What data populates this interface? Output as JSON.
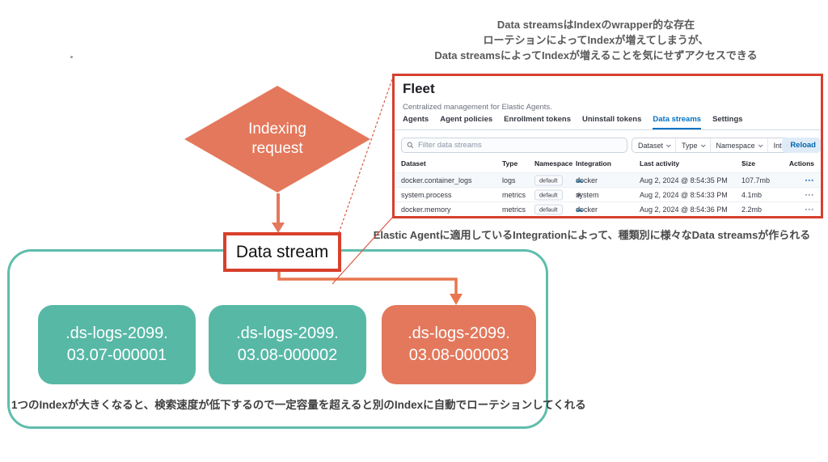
{
  "annotations": {
    "top_lines": [
      "Data streamsはIndexのwrapper的な存在",
      "ローテションによってIndexが増えてしまうが、",
      "Data streamsによってIndexが増えることを気にせずアクセスできる"
    ],
    "middle": "Elastic Agentに適用しているIntegrationによって、種類別に様々なData streamsが作られる",
    "bottom": "1つのIndexが大きくなると、検索速度が低下するので一定容量を超えると別のIndexに自動でローテションしてくれる"
  },
  "flow": {
    "diamond_line1": "Indexing",
    "diamond_line2": "request",
    "data_stream_label": "Data stream",
    "indices": [
      {
        "line1": ".ds-logs-2099.",
        "line2": "03.07-000001"
      },
      {
        "line1": ".ds-logs-2099.",
        "line2": "03.08-000002"
      },
      {
        "line1": ".ds-logs-2099.",
        "line2": "03.08-000003"
      }
    ]
  },
  "fleet": {
    "title": "Fleet",
    "subtitle": "Centralized management for Elastic Agents.",
    "tabs": [
      {
        "label": "Agents"
      },
      {
        "label": "Agent policies"
      },
      {
        "label": "Enrollment tokens"
      },
      {
        "label": "Uninstall tokens"
      },
      {
        "label": "Data streams"
      },
      {
        "label": "Settings"
      }
    ],
    "search_placeholder": "Filter data streams",
    "filters": [
      "Dataset",
      "Type",
      "Namespace",
      "Integration"
    ],
    "reload_label": "Reload",
    "table": {
      "headers": [
        "Dataset",
        "Type",
        "Namespace",
        "Integration",
        "Last activity",
        "Size",
        "Actions"
      ],
      "sort_indicator": "↓",
      "actions_icon": "•••",
      "rows": [
        {
          "dataset": "docker.container_logs",
          "type": "logs",
          "namespace": "default",
          "integration": "docker",
          "last_activity": "Aug 2, 2024 @ 8:54:35 PM",
          "size": "107.7mb"
        },
        {
          "dataset": "system.process",
          "type": "metrics",
          "namespace": "default",
          "integration": "system",
          "last_activity": "Aug 2, 2024 @ 8:54:33 PM",
          "size": "4.1mb"
        },
        {
          "dataset": "docker.memory",
          "type": "metrics",
          "namespace": "default",
          "integration": "docker",
          "last_activity": "Aug 2, 2024 @ 8:54:36 PM",
          "size": "2.2mb"
        }
      ]
    }
  },
  "colors": {
    "accent_orange": "#e4785c",
    "accent_teal": "#57b8a6",
    "callout_red": "#d6402e",
    "leader_line_red": "#de5743",
    "active_tab_blue": "#0071c2",
    "reload_bg": "#dfecf8",
    "annotation_gray": "#595959"
  }
}
